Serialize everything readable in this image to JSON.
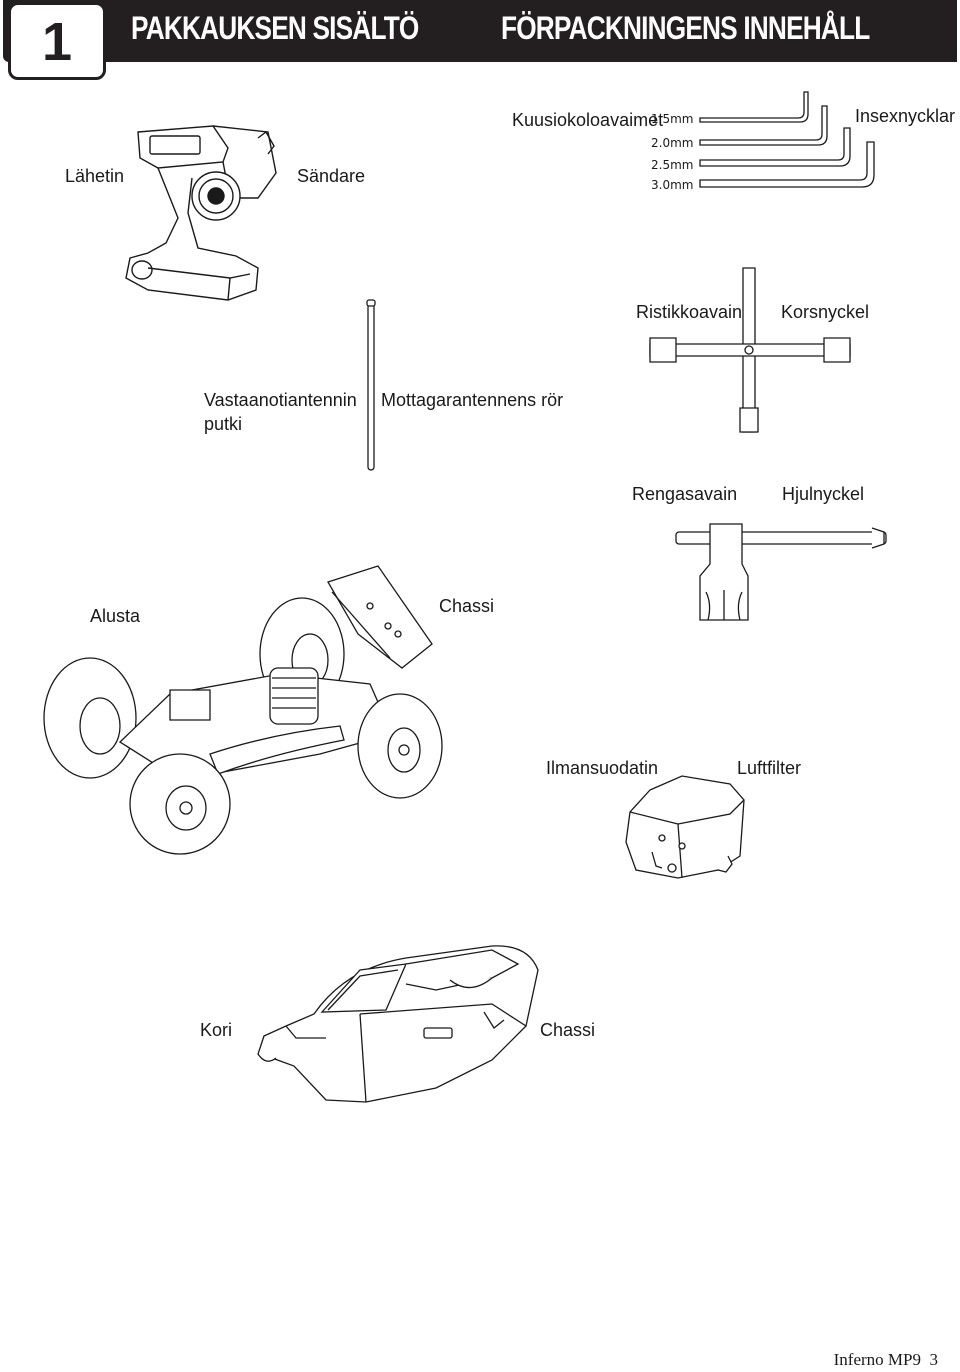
{
  "header": {
    "step_number": "1",
    "title_fi": "PAKKAUKSEN SISÄLTÖ",
    "title_sv": "FÖRPACKNINGENS INNEHÅLL"
  },
  "items": {
    "transmitter": {
      "fi": "Lähetin",
      "sv": "Sändare"
    },
    "hex_wrenches": {
      "fi": "Kuusiokoloavaimet",
      "sv": "Insexnycklar",
      "sizes": [
        "1.5mm",
        "2.0mm",
        "2.5mm",
        "3.0mm"
      ]
    },
    "antenna_tube": {
      "fi_line1": "Vastaanotiantennin",
      "fi_line2": "putki",
      "sv": "Mottagarantennens rör"
    },
    "cross_wrench": {
      "fi": "Ristikkoavain",
      "sv": "Korsnyckel"
    },
    "wheel_wrench": {
      "fi": "Rengasavain",
      "sv": "Hjulnyckel"
    },
    "chassis": {
      "fi": "Alusta",
      "sv": "Chassi"
    },
    "air_filter": {
      "fi": "Ilmansuodatin",
      "sv": "Luftfilter"
    },
    "body": {
      "fi": "Kori",
      "sv": "Chassi"
    }
  },
  "footer": {
    "model": "Inferno MP9",
    "page": "3"
  }
}
